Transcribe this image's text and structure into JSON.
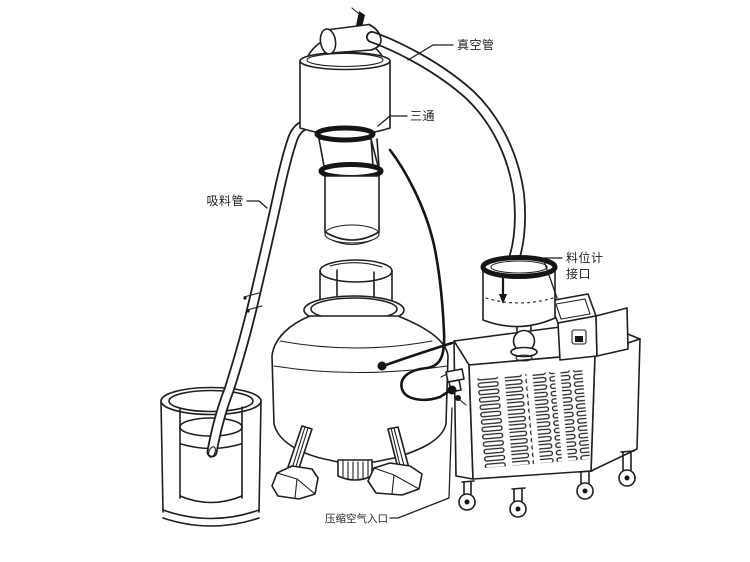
{
  "diagram": {
    "kind": "vacuum-feeder-system-line-drawing",
    "background_color": "#ffffff",
    "line_color": "#1f1f1f",
    "labels": {
      "vacuum_pipe": "真空管",
      "tee": "三通",
      "suction_pipe": "吸料管",
      "level_gauge_port_line1": "料位计",
      "level_gauge_port_line2": "接口",
      "compressed_air_inlet": "压缩空气入口"
    }
  }
}
